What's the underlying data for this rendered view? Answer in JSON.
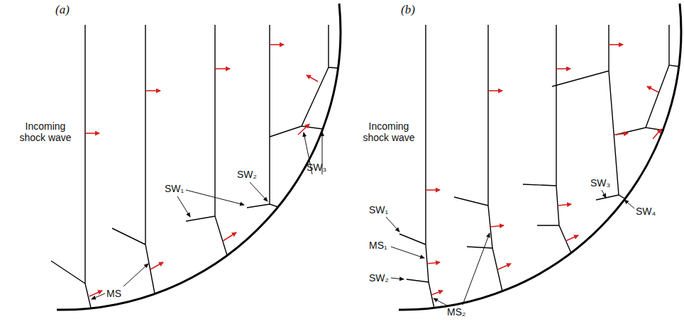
{
  "diagram": {
    "labels": [
      "(a)",
      "(b)",
      "Incoming shock wave",
      "MS",
      "SW₁",
      "SW₂",
      "SW₃",
      "Incoming shock wave",
      "SW₁",
      "MS₁",
      "SW₂",
      "MS₂",
      "SW₃",
      "SW₄"
    ]
  }
}
